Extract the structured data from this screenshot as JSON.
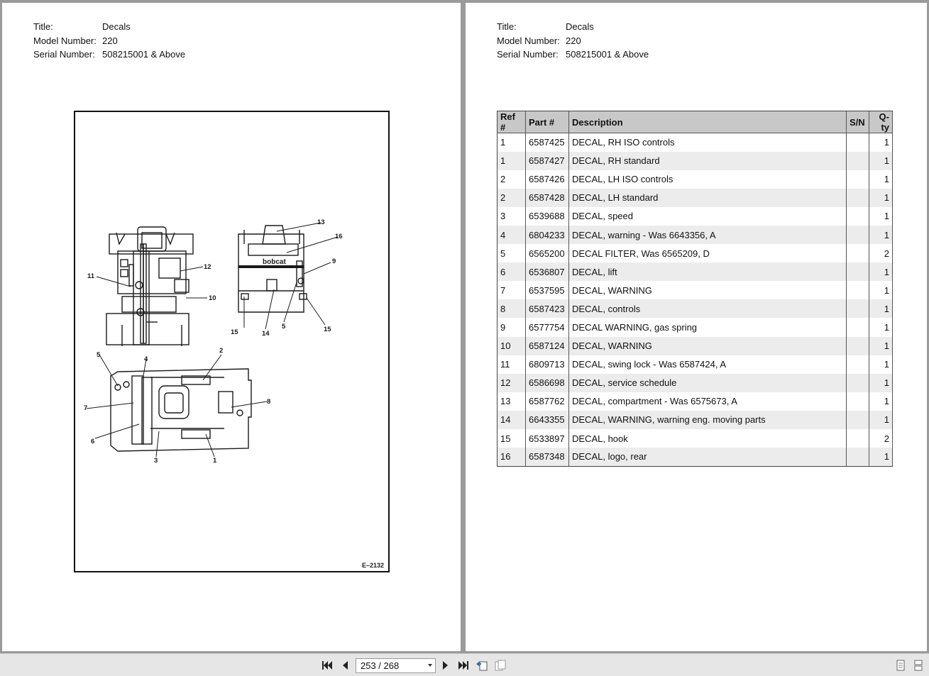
{
  "left_page": {
    "meta": {
      "title_label": "Title:",
      "title_value": "Decals",
      "model_label": "Model Number:",
      "model_value": "220",
      "serial_label": "Serial Number:",
      "serial_value": "508215001 & Above"
    },
    "figure": {
      "code": "E–2132",
      "callouts": [
        "1",
        "2",
        "3",
        "4",
        "5",
        "6",
        "7",
        "8",
        "9",
        "10",
        "11",
        "12",
        "13",
        "14",
        "15",
        "16"
      ],
      "logo_text": "bobcat"
    }
  },
  "right_page": {
    "meta": {
      "title_label": "Title:",
      "title_value": "Decals",
      "model_label": "Model Number:",
      "model_value": "220",
      "serial_label": "Serial Number:",
      "serial_value": "508215001 & Above"
    },
    "table": {
      "headers": [
        "Ref #",
        "Part #",
        "Description",
        "S/N",
        "Q-ty"
      ],
      "rows": [
        {
          "ref": "1",
          "part": "6587425",
          "desc": "DECAL, RH ISO controls",
          "sn": "",
          "qty": "1"
        },
        {
          "ref": "1",
          "part": "6587427",
          "desc": "DECAL, RH standard",
          "sn": "",
          "qty": "1"
        },
        {
          "ref": "2",
          "part": "6587426",
          "desc": "DECAL, LH ISO controls",
          "sn": "",
          "qty": "1"
        },
        {
          "ref": "2",
          "part": "6587428",
          "desc": "DECAL, LH standard",
          "sn": "",
          "qty": "1"
        },
        {
          "ref": "3",
          "part": "6539688",
          "desc": "DECAL, speed",
          "sn": "",
          "qty": "1"
        },
        {
          "ref": "4",
          "part": "6804233",
          "desc": "DECAL, warning - Was 6643356, A",
          "sn": "",
          "qty": "1"
        },
        {
          "ref": "5",
          "part": "6565200",
          "desc": "DECAL FILTER, Was 6565209, D",
          "sn": "",
          "qty": "2"
        },
        {
          "ref": "6",
          "part": "6536807",
          "desc": "DECAL, lift",
          "sn": "",
          "qty": "1"
        },
        {
          "ref": "7",
          "part": "6537595",
          "desc": "DECAL, WARNING",
          "sn": "",
          "qty": "1"
        },
        {
          "ref": "8",
          "part": "6587423",
          "desc": "DECAL, controls",
          "sn": "",
          "qty": "1"
        },
        {
          "ref": "9",
          "part": "6577754",
          "desc": "DECAL WARNING, gas spring",
          "sn": "",
          "qty": "1"
        },
        {
          "ref": "10",
          "part": "6587124",
          "desc": "DECAL, WARNING",
          "sn": "",
          "qty": "1"
        },
        {
          "ref": "11",
          "part": "6809713",
          "desc": "DECAL, swing lock - Was 6587424, A",
          "sn": "",
          "qty": "1"
        },
        {
          "ref": "12",
          "part": "6586698",
          "desc": "DECAL, service schedule",
          "sn": "",
          "qty": "1"
        },
        {
          "ref": "13",
          "part": "6587762",
          "desc": "DECAL, compartment - Was 6575673, A",
          "sn": "",
          "qty": "1"
        },
        {
          "ref": "14",
          "part": "6643355",
          "desc": "DECAL, WARNING, warning eng. moving parts",
          "sn": "",
          "qty": "1"
        },
        {
          "ref": "15",
          "part": "6533897",
          "desc": "DECAL, hook",
          "sn": "",
          "qty": "2"
        },
        {
          "ref": "16",
          "part": "6587348",
          "desc": "DECAL, logo, rear",
          "sn": "",
          "qty": "1"
        }
      ]
    }
  },
  "toolbar": {
    "page_indicator": "253 / 268",
    "icons": [
      "first-page-icon",
      "prev-page-icon",
      "next-page-icon",
      "last-page-icon",
      "back-view-icon",
      "forward-view-icon",
      "single-page-icon",
      "continuous-page-icon"
    ]
  }
}
